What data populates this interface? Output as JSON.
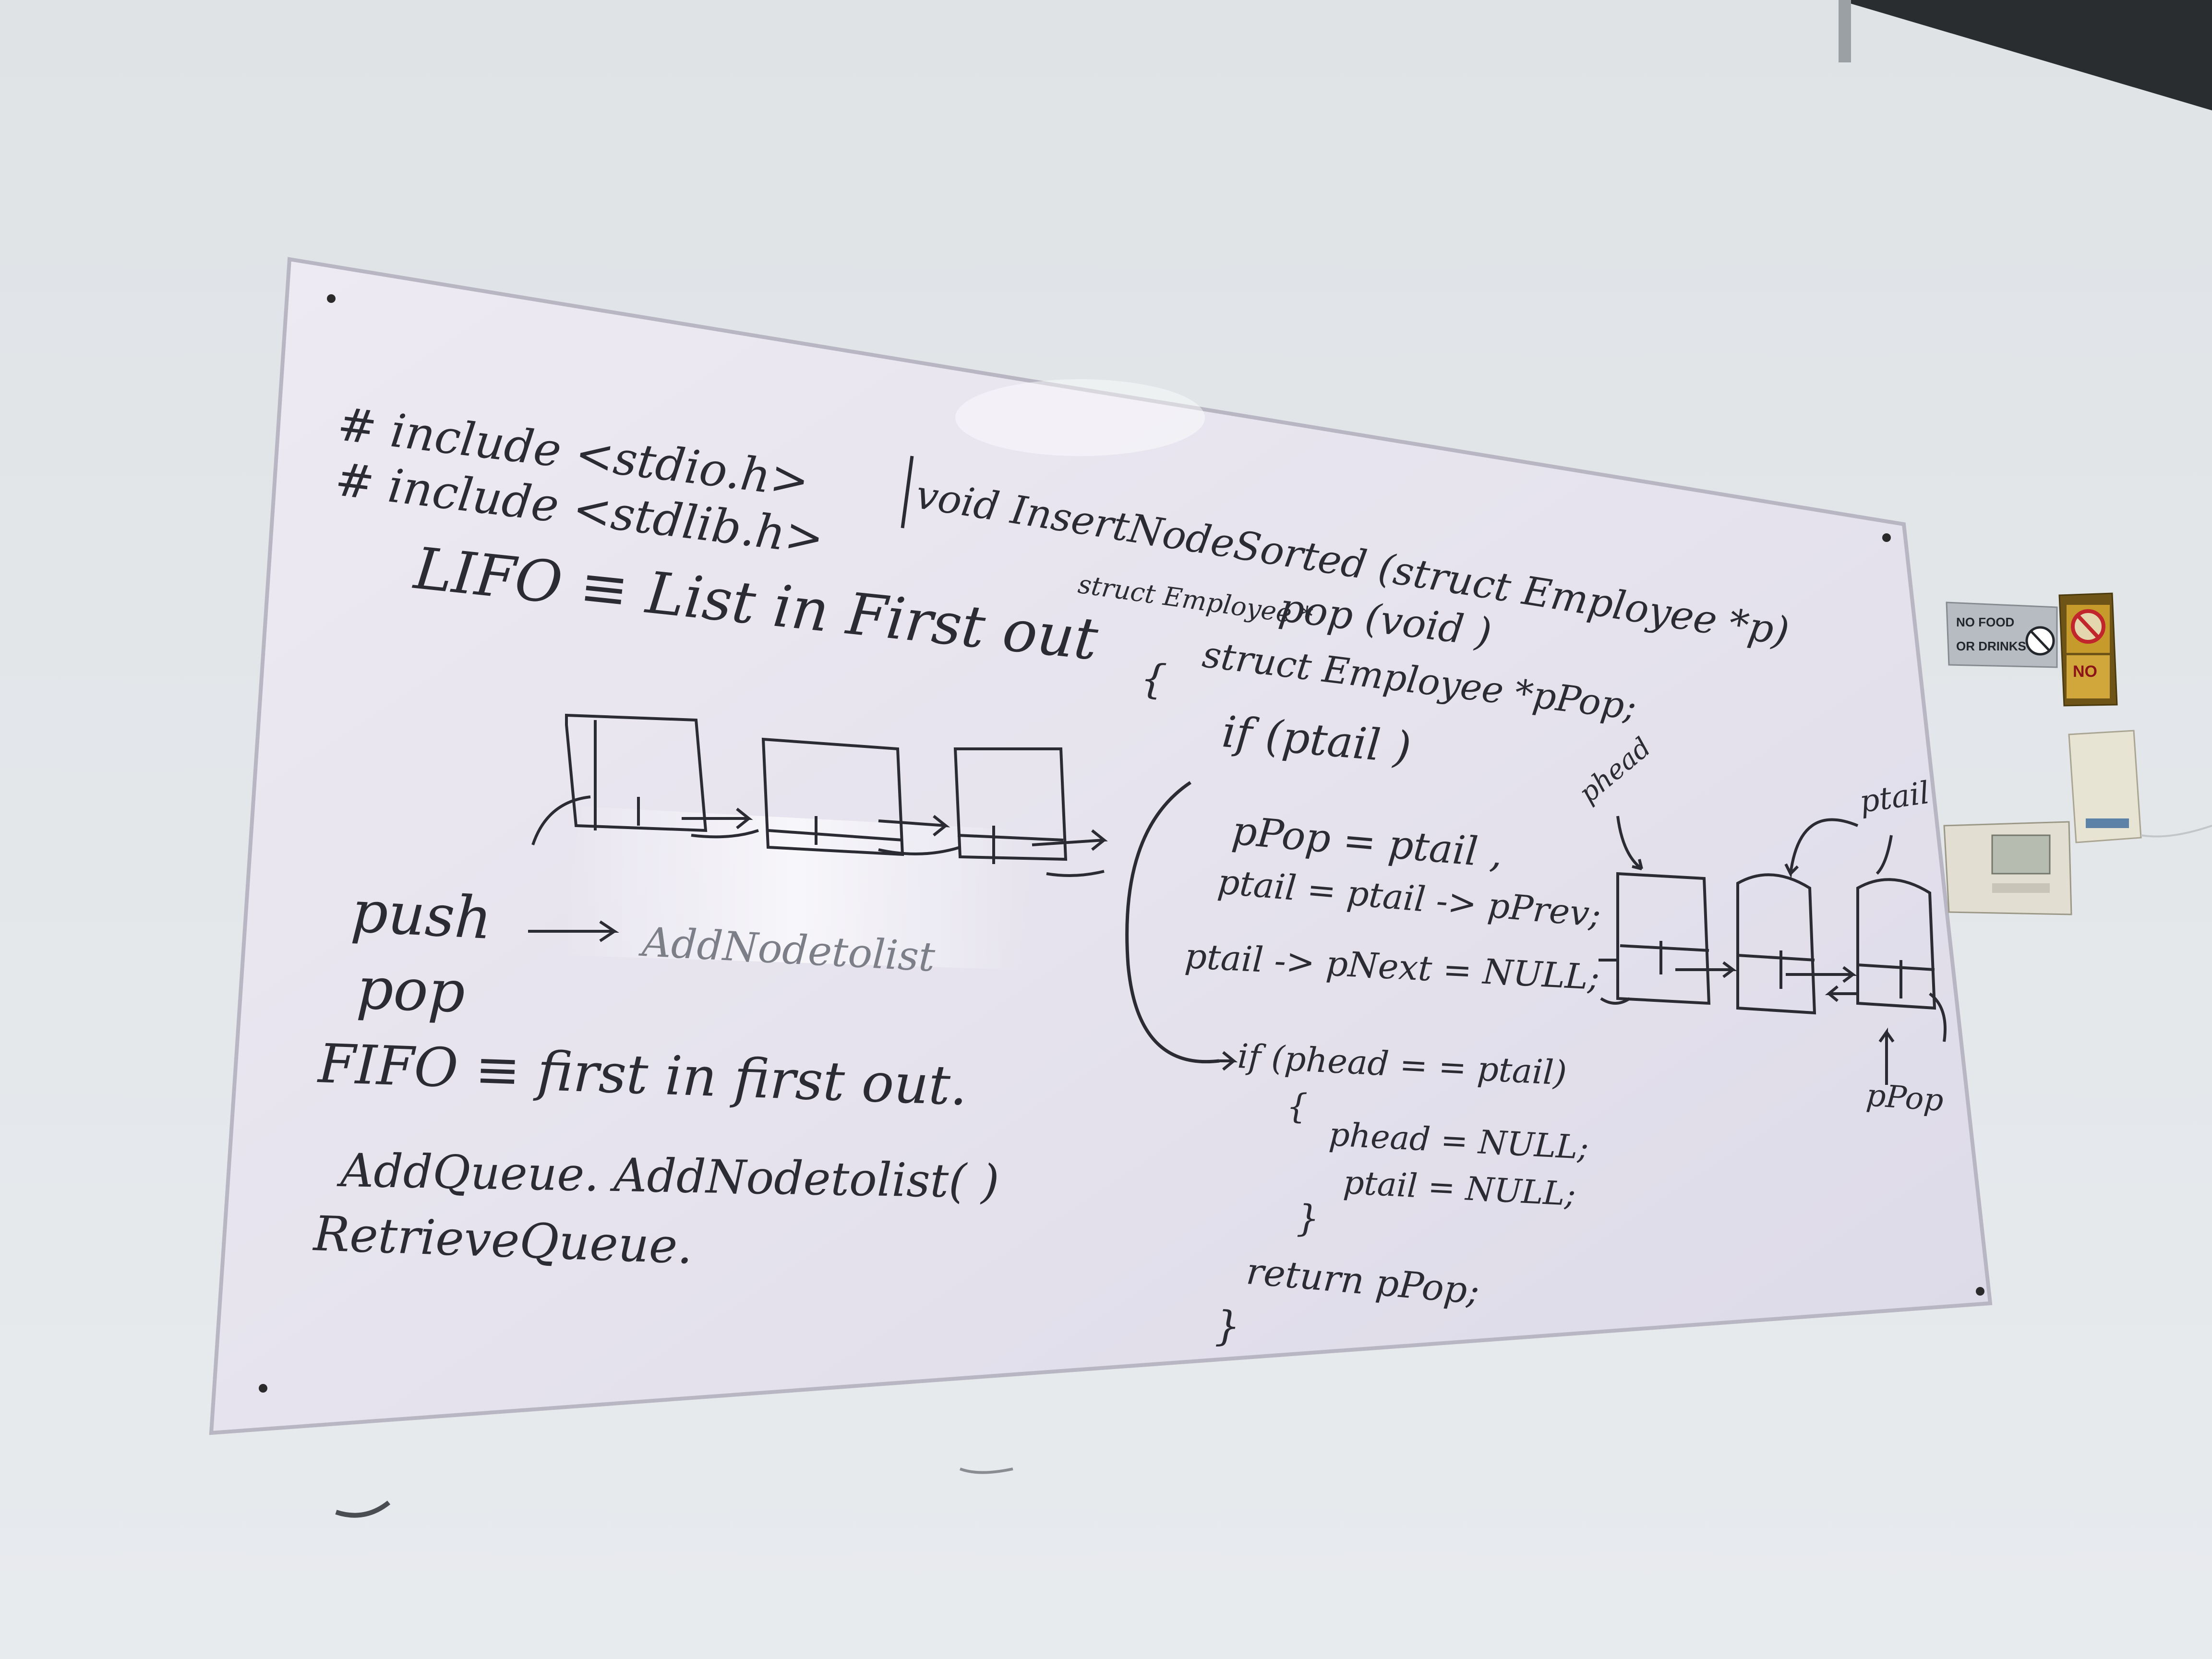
{
  "board": {
    "includes": [
      "# include <stdio.h>",
      "# include <stdlib.h>"
    ],
    "insert_signature": "void InsertNodeSorted (struct Employee *p)",
    "lifo": "LIFO ≡ List in First out",
    "push": "push",
    "push_target": "AddNodetolist",
    "pop": "pop",
    "fifo": "FIFO ≡ first in first out.",
    "add_queue": "AddQueue. AddNodetolist( )",
    "retrieve_queue": "RetrieveQueue.",
    "pop_signature_prefix": "struct Employee *",
    "pop_signature": "pop (void )",
    "code_lines": [
      "{",
      "struct Employee *pPop;",
      "if (ptail )",
      "pPop = ptail ,",
      "ptail = ptail -> pPrev;",
      "ptail -> pNext = NULL;",
      "if (phead = = ptail)",
      "{",
      "phead = NULL;",
      "ptail = NULL;",
      "}",
      "return pPop;",
      "}"
    ],
    "diagram_labels": {
      "phead": "phead",
      "ptail": "ptail",
      "ppop": "pPop"
    }
  },
  "sign": {
    "text_line1": "NO FOOD",
    "text_line2": "OR DRINKS",
    "no_text": "NO"
  }
}
